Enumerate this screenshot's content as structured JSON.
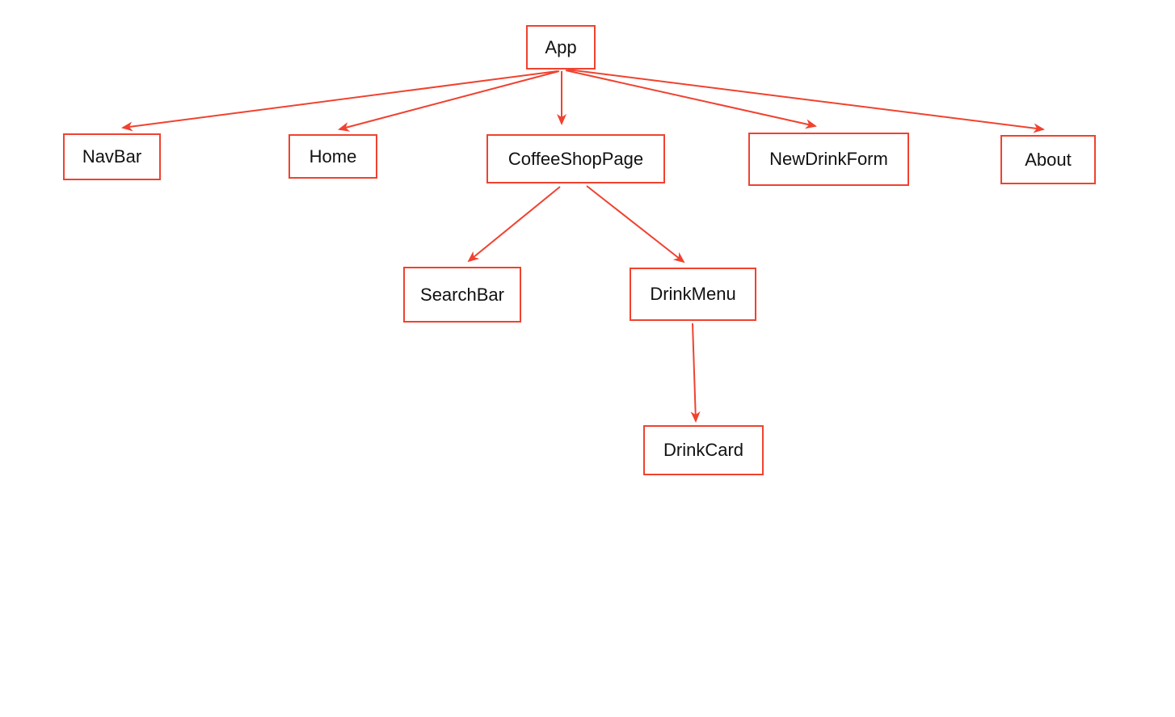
{
  "colors": {
    "stroke": "#f0422f",
    "text": "#111111",
    "background": "#ffffff"
  },
  "nodes": {
    "app": "App",
    "navbar": "NavBar",
    "home": "Home",
    "coffeeshop": "CoffeeShopPage",
    "newdrinkform": "NewDrinkForm",
    "about": "About",
    "searchbar": "SearchBar",
    "drinkmenu": "DrinkMenu",
    "drinkcard": "DrinkCard"
  },
  "edges": [
    {
      "from": "App",
      "to": "NavBar"
    },
    {
      "from": "App",
      "to": "Home"
    },
    {
      "from": "App",
      "to": "CoffeeShopPage"
    },
    {
      "from": "App",
      "to": "NewDrinkForm"
    },
    {
      "from": "App",
      "to": "About"
    },
    {
      "from": "CoffeeShopPage",
      "to": "SearchBar"
    },
    {
      "from": "CoffeeShopPage",
      "to": "DrinkMenu"
    },
    {
      "from": "DrinkMenu",
      "to": "DrinkCard"
    }
  ]
}
